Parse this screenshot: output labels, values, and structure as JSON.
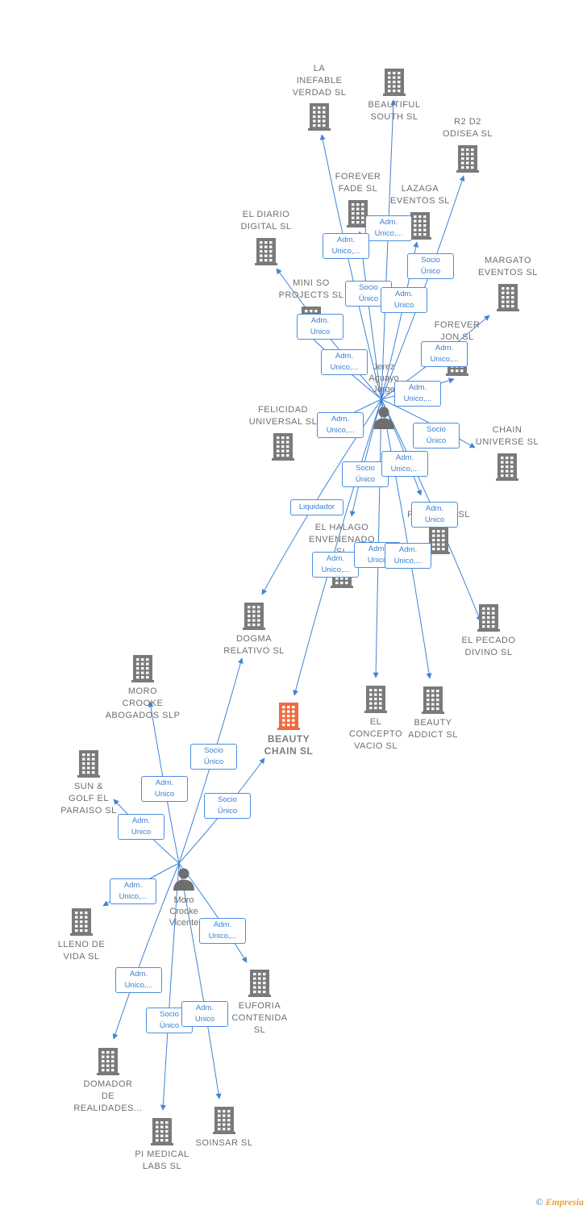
{
  "persons": [
    {
      "id": "p1",
      "label": "Jerez\nAguayo\nJorge"
    },
    {
      "id": "p2",
      "label": "Moro\nCrooke\nVicente"
    }
  ],
  "companies": [
    {
      "id": "c1",
      "label": "BEAUTIFUL\nSOUTH SL"
    },
    {
      "id": "c2",
      "label": "LA\nINEFABLE\nVERDAD SL"
    },
    {
      "id": "c3",
      "label": "R2 D2\nODISEA SL"
    },
    {
      "id": "c4",
      "label": "FOREVER\nFADE SL"
    },
    {
      "id": "c5",
      "label": "LAZAGA\nEVENTOS SL"
    },
    {
      "id": "c6",
      "label": "EL DIARIO\nDIGITAL SL"
    },
    {
      "id": "c7",
      "label": "MARGATO\nEVENTOS SL"
    },
    {
      "id": "c8",
      "label": "MINI SO\nPROJECTS SL"
    },
    {
      "id": "c9",
      "label": "FOREVER\nJON SL"
    },
    {
      "id": "c10",
      "label": "FELICIDAD\nUNIVERSAL SL"
    },
    {
      "id": "c11",
      "label": "CHAIN\nUNIVERSE SL"
    },
    {
      "id": "c12",
      "label": "PRESTIGE SL"
    },
    {
      "id": "c13",
      "label": "EL HALAGO\nENVENENADO\nSL"
    },
    {
      "id": "c14",
      "label": "DOGMA\nRELATIVO SL"
    },
    {
      "id": "c15",
      "label": "EL PECADO\nDIVINO SL"
    },
    {
      "id": "c16",
      "label": "MORO\nCROOKE\nABOGADOS SLP"
    },
    {
      "id": "c17",
      "label": "BEAUTY\nCHAIN SL"
    },
    {
      "id": "c18",
      "label": "EL\nCONCEPTO\nVACIO SL"
    },
    {
      "id": "c19",
      "label": "BEAUTY\nADDICT SL"
    },
    {
      "id": "c20",
      "label": "SUN &\nGOLF EL\nPARAISO SL"
    },
    {
      "id": "c21",
      "label": "LLENO DE\nVIDA SL"
    },
    {
      "id": "c22",
      "label": "EUFORIA\nCONTENIDA\nSL"
    },
    {
      "id": "c23",
      "label": "DOMADOR\nDE\nREALIDADES..."
    },
    {
      "id": "c24",
      "label": "PI MEDICAL\nLABS SL"
    },
    {
      "id": "c25",
      "label": "SOINSAR SL"
    }
  ],
  "relations": [
    {
      "id": "r1",
      "label": "Adm.\nUnico,..."
    },
    {
      "id": "r2",
      "label": "Adm.\nUnico,..."
    },
    {
      "id": "r3",
      "label": "Socio\nÚnico"
    },
    {
      "id": "r4",
      "label": "Socio\nÚnico"
    },
    {
      "id": "r5",
      "label": "Adm.\nUnico"
    },
    {
      "id": "r6",
      "label": "Adm.\nUnico"
    },
    {
      "id": "r7",
      "label": "Adm.\nUnico,..."
    },
    {
      "id": "r8",
      "label": "Adm.\nUnico,..."
    },
    {
      "id": "r9",
      "label": "Adm.\nUnico,..."
    },
    {
      "id": "r10",
      "label": "Adm.\nUnico,..."
    },
    {
      "id": "r11",
      "label": "Socio\nÚnico"
    },
    {
      "id": "r12",
      "label": "Socio\nÚnico"
    },
    {
      "id": "r13",
      "label": "Adm.\nUnico,..."
    },
    {
      "id": "r14",
      "label": "Adm.\nUnico"
    },
    {
      "id": "r15",
      "label": "Liquidador"
    },
    {
      "id": "r16",
      "label": "Adm.\nUnico,..."
    },
    {
      "id": "r17",
      "label": "Adm.\nUnico"
    },
    {
      "id": "r18",
      "label": "Adm.\nUnico,..."
    },
    {
      "id": "r19",
      "label": "Socio\nÚnico"
    },
    {
      "id": "r20",
      "label": "Adm.\nUnico"
    },
    {
      "id": "r21",
      "label": "Socio\nÚnico"
    },
    {
      "id": "r22",
      "label": "Adm.\nUnico"
    },
    {
      "id": "r23",
      "label": "Adm.\nUnico,..."
    },
    {
      "id": "r24",
      "label": "Adm.\nUnico,..."
    },
    {
      "id": "r25",
      "label": "Adm.\nUnico,..."
    },
    {
      "id": "r26",
      "label": "Socio\nÚnico"
    },
    {
      "id": "r27",
      "label": "Adm.\nUnico"
    }
  ],
  "colors": {
    "edge": "#3f84d8",
    "building": "#7a7a7a",
    "highlight": "#f26a3d",
    "person": "#6e6e6e"
  },
  "highlight_company": "c17",
  "footer": {
    "copyright": "©",
    "brand": "Empresia"
  }
}
